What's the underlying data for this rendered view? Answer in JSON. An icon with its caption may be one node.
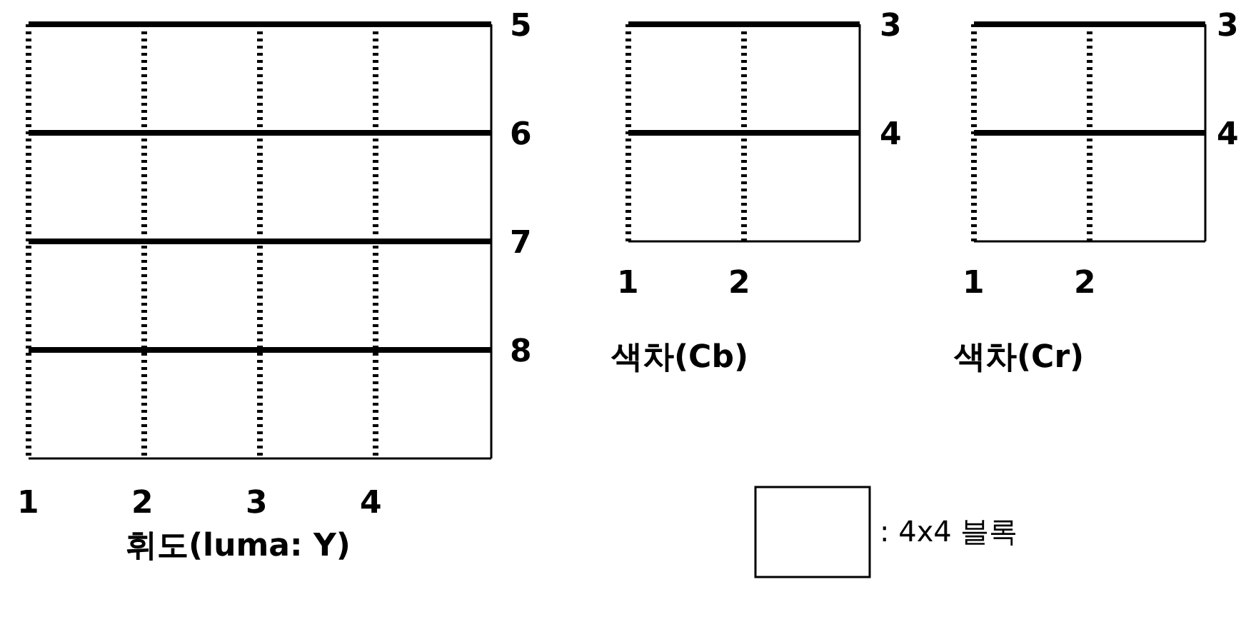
{
  "diagram": {
    "labels": [
      "5",
      "6",
      "7",
      "8",
      "1",
      "2",
      "3",
      "4",
      "휘도(luma: Y)",
      "3",
      "4",
      "1",
      "2",
      "색차(Cb)",
      "3",
      "4",
      "1",
      "2",
      "색차(Cr)"
    ],
    "legend": [
      {
        "text": ": 4x4 블록"
      }
    ]
  }
}
